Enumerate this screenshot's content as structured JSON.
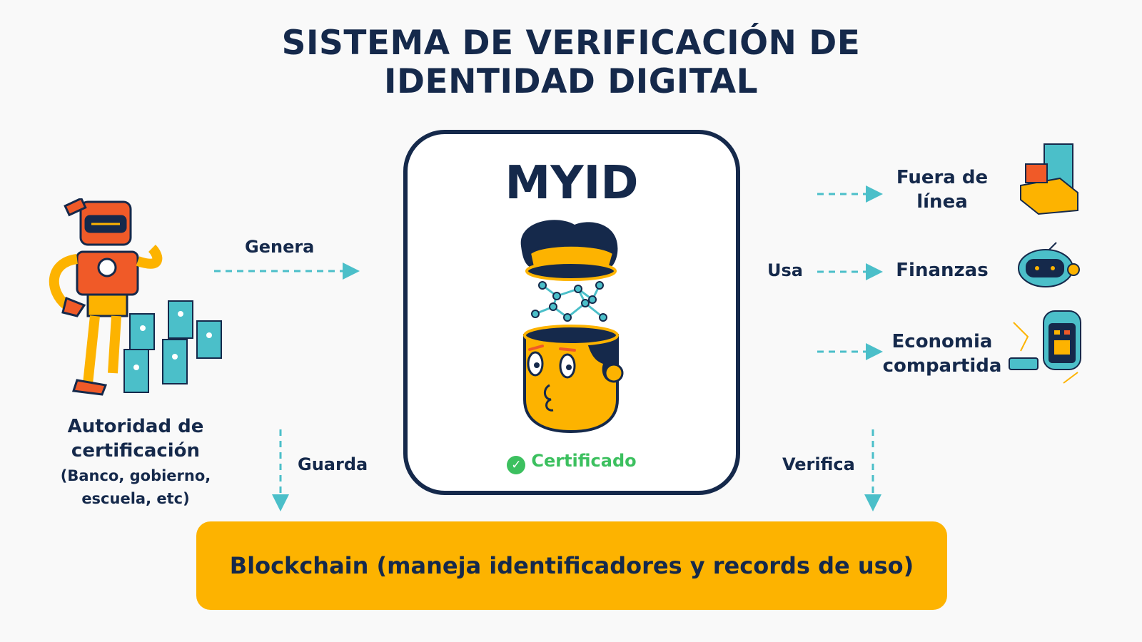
{
  "title": {
    "line1": "SISTEMA DE VERIFICACIÓN DE",
    "line2": "IDENTIDAD DIGITAL"
  },
  "center": {
    "name": "MYID",
    "status": "Certificado"
  },
  "authority": {
    "title_line1": "Autoridad de",
    "title_line2": "certificación",
    "sub_line1": "(Banco, gobierno,",
    "sub_line2": "escuela, etc)"
  },
  "edges": {
    "genera": "Genera",
    "usa": "Usa",
    "guarda": "Guarda",
    "verifica": "Verifica"
  },
  "uses": [
    {
      "line1": "Fuera de",
      "line2": "línea"
    },
    {
      "line1": "Finanzas",
      "line2": ""
    },
    {
      "line1": "Economia",
      "line2": "compartida"
    }
  ],
  "blockchain": {
    "label": "Blockchain (maneja identificadores y records de uso)"
  },
  "colors": {
    "navy": "#15294b",
    "yellow": "#fdb300",
    "teal": "#4bbfc9",
    "green": "#3cc05f",
    "orange": "#f05a28"
  },
  "icons": [
    "robot-icon",
    "server-icon",
    "head-icon",
    "printer-icon",
    "robot-head-icon",
    "phone-robot-icon",
    "check-icon"
  ]
}
